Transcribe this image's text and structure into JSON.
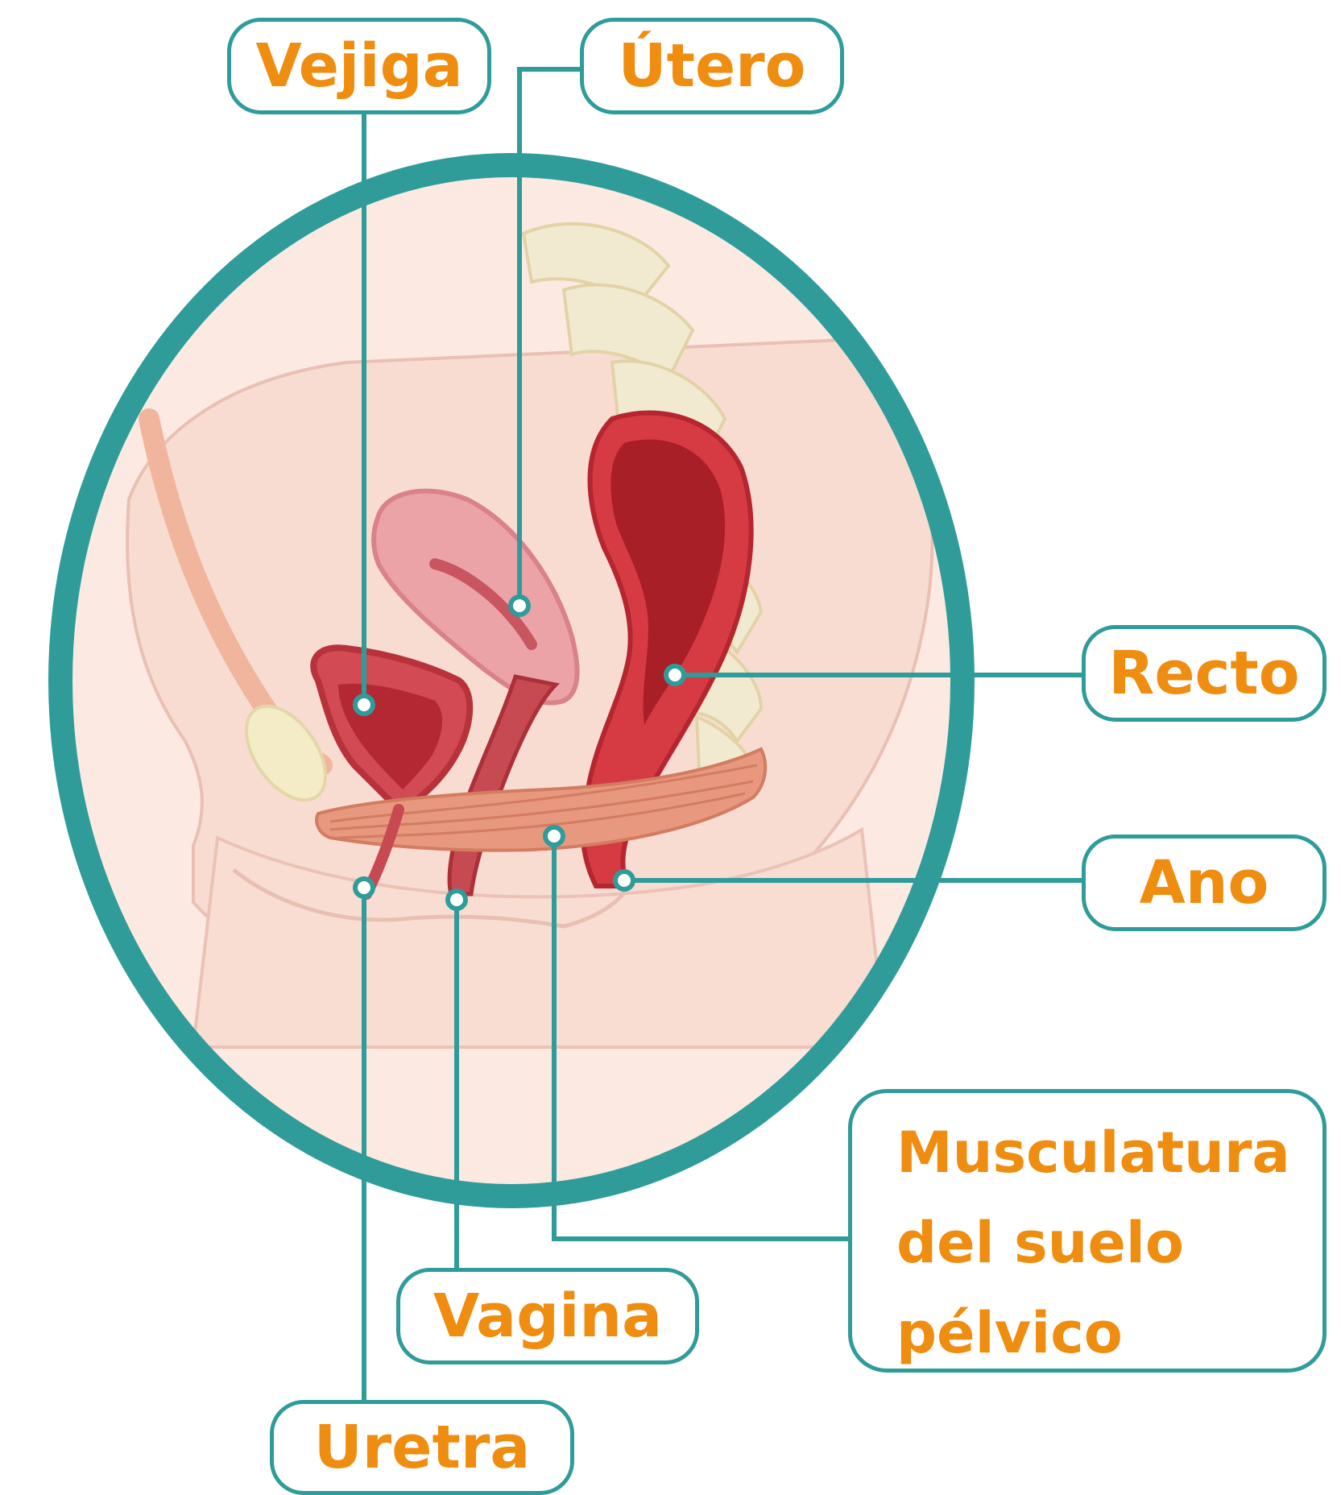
{
  "labels": {
    "vejiga": "Vejiga",
    "utero": "Útero",
    "recto": "Recto",
    "ano": "Ano",
    "musculatura": "Musculatura\ndel suelo\npélvico",
    "vagina": "Vagina",
    "uretra": "Uretra"
  },
  "colors": {
    "label_text": "#ef8d10",
    "outline": "#2f9c9a",
    "skin": "#f7ddd4",
    "bone": "#f0e8c8",
    "organ_red": "#c42b34",
    "organ_dark": "#a81f28",
    "uterus_pink": "#eba3a8",
    "muscle": "#e7987e"
  }
}
